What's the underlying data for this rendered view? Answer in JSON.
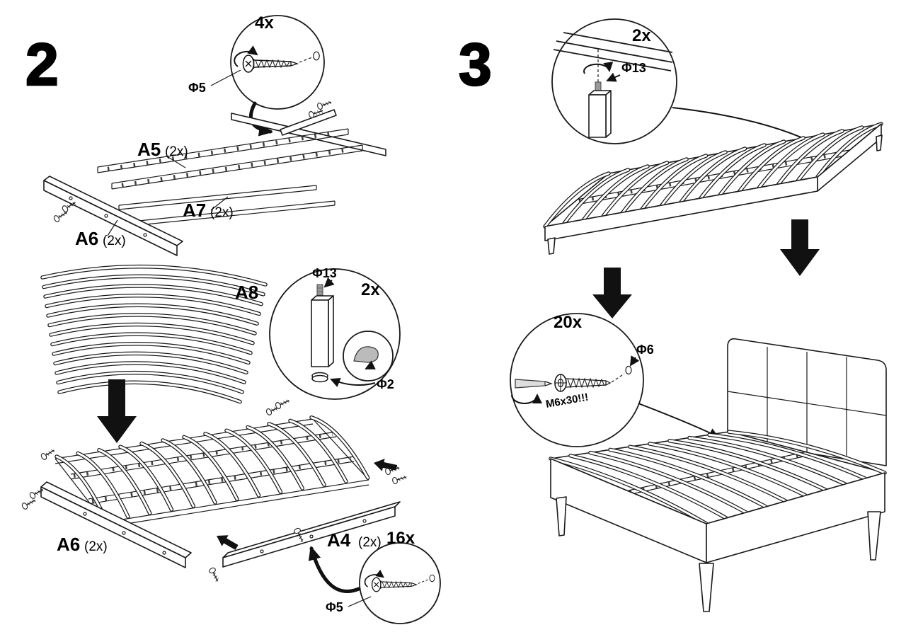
{
  "step2": {
    "number": "2",
    "screw_callout_top": {
      "qty": "4x",
      "dia": "Φ5"
    },
    "parts": {
      "a5": {
        "name": "A5",
        "qty": "(2x)"
      },
      "a7": {
        "name": "A7",
        "qty": "(2x)"
      },
      "a6": {
        "name": "A6",
        "qty": "(2x)"
      },
      "a8": {
        "name": "A8"
      },
      "a6_bottom": {
        "name": "A6",
        "qty": "(2x)"
      },
      "a4": {
        "name": "A4",
        "qty": "(2x)"
      }
    },
    "leg_callout": {
      "dia_top": "Φ13",
      "qty": "2x",
      "dia_pad": "Φ2"
    },
    "screw_callout_bottom": {
      "qty": "16x",
      "dia": "Φ5"
    }
  },
  "step3": {
    "number": "3",
    "leg_callout": {
      "qty": "2x",
      "dia": "Φ13"
    },
    "bolt_callout": {
      "qty": "20x",
      "dia": "Φ6",
      "bolt": "M6x30!!!"
    }
  }
}
